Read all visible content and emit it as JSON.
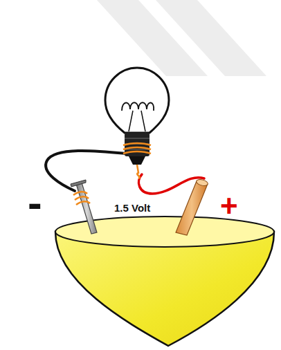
{
  "diagram": {
    "labels": [
      "-",
      "1.5 Volt",
      "+"
    ]
  }
}
